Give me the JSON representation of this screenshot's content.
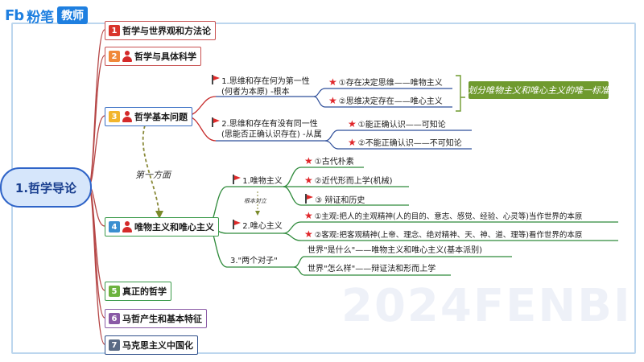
{
  "header": {
    "logo_mark": "Fb",
    "logo_name": "粉笔",
    "logo_badge": "教师"
  },
  "watermark": "2024FENBI",
  "root": {
    "label": "1.哲学导论"
  },
  "topics": [
    {
      "num": "1",
      "label": "哲学与世界观和方法论"
    },
    {
      "num": "2",
      "label": "哲学与具体科学"
    },
    {
      "num": "3",
      "label": "哲学基本问题"
    },
    {
      "num": "4",
      "label": "唯物主义和唯心主义"
    },
    {
      "num": "5",
      "label": "真正的哲学"
    },
    {
      "num": "6",
      "label": "马哲产生和基本特征"
    },
    {
      "num": "7",
      "label": "马克思主义中国化"
    }
  ],
  "basic_problem": {
    "q1_line1": "1.思维和存在何为第一性",
    "q1_line2": "(何者为本原) -根本",
    "q1_a1": "①存在决定思维——唯物主义",
    "q1_a2": "②思维决定存在——唯心主义",
    "q2_line1": "2.思维和存在有没有同一性",
    "q2_line2": "(思能否正确认识存在) -从属",
    "q2_a1": "①能正确认识——可知论",
    "q2_a2": "②不能正确认识——不可知论",
    "callout": "划分唯物主义和唯心主义的唯一标准"
  },
  "connector_label": "第一方面",
  "materialism": {
    "b1": "1.唯物主义",
    "b1_items": [
      "①古代朴素",
      "②近代形而上学(机械)",
      "③ 辩证和历史"
    ],
    "opposite_label": "根本对立",
    "b2": "2.唯心主义",
    "b2_items": [
      "①主观:把人的主观精神(人的目的、意志、感觉、经验、心灵等)当作世界的本原",
      "②客观:把客观精神(上帝、理念、绝对精神、天、神、道、理等)看作世界的本原"
    ],
    "b3": "3.\"两个对子\"",
    "b3_items": [
      "世界\"是什么\"——唯物主义和唯心主义(基本派别)",
      "世界\"怎么样\"——辩证法和形而上学"
    ]
  }
}
